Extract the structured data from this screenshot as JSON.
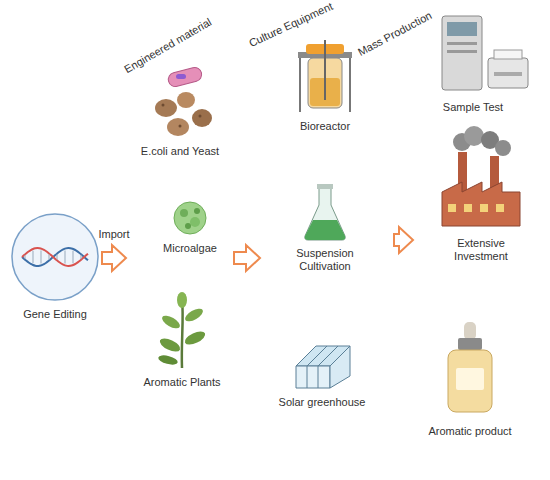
{
  "diagram": {
    "nodes": [
      {
        "text": [
          "Gene Editing"
        ]
      },
      {
        "text": [
          "Engineered material"
        ]
      },
      {
        "text": [
          "E.coli and Yeast"
        ],
        "in": 1
      },
      {
        "text": [
          "Microalgae"
        ],
        "in": 1
      },
      {
        "text": [
          "Aromatic Plants"
        ],
        "in": 1
      },
      {
        "text": [
          "Culture Equipment"
        ]
      },
      {
        "text": [
          "Bioreactor"
        ],
        "in": 5
      },
      {
        "text": [
          "Suspension Cultivation"
        ],
        "in": 5
      },
      {
        "text": [
          "Solar greenhouse"
        ],
        "in": 5
      },
      {
        "text": [
          "Mass Production"
        ]
      },
      {
        "text": [
          "Sample Test"
        ],
        "in": 9
      },
      {
        "text": [
          "Extensive Investment"
        ],
        "in": 9
      },
      {
        "text": [
          "Aromatic product"
        ],
        "in": 9
      }
    ],
    "edges": [
      {
        "from": 0,
        "to": 1,
        "label": "Import",
        "arrow": "to"
      },
      {
        "from": 1,
        "to": 5,
        "arrow": "to"
      },
      {
        "from": 5,
        "to": 9,
        "arrow": "to"
      }
    ]
  }
}
